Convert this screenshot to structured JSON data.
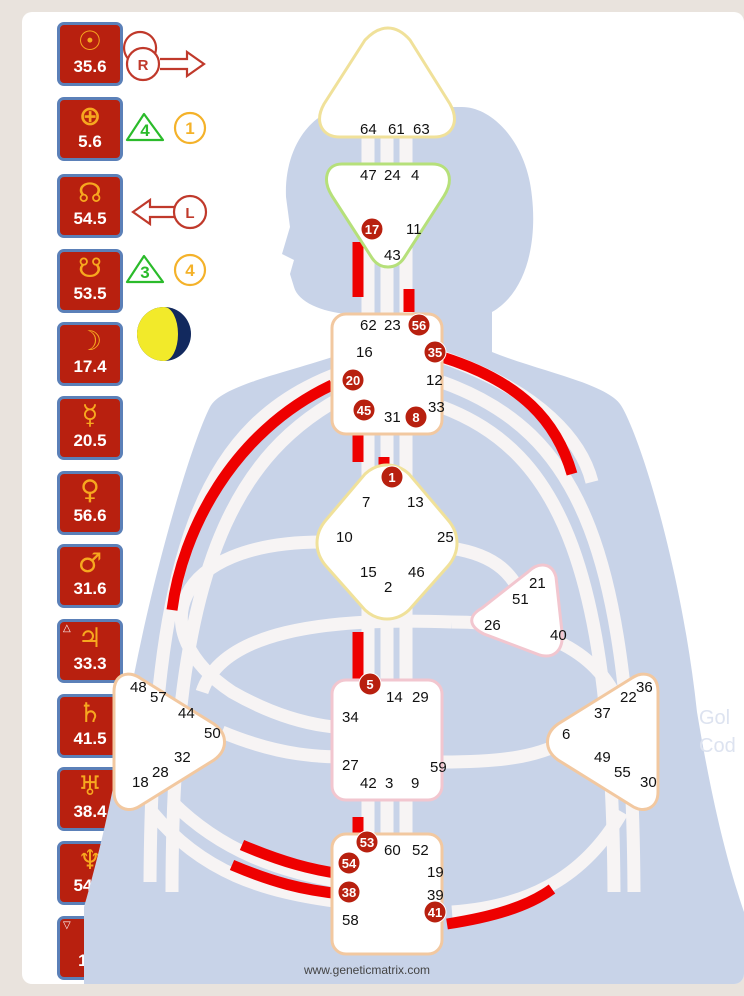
{
  "planets": [
    {
      "name": "sun-icon",
      "symbol": "☉",
      "value": "35.6"
    },
    {
      "name": "earth-icon",
      "symbol": "⊕",
      "value": "5.6"
    },
    {
      "name": "north-node-icon",
      "symbol": "☊",
      "value": "54.5"
    },
    {
      "name": "south-node-icon",
      "symbol": "☋",
      "value": "53.5"
    },
    {
      "name": "moon-icon",
      "symbol": "☽",
      "value": "17.4"
    },
    {
      "name": "mercury-icon",
      "symbol": "☿",
      "value": "20.5"
    },
    {
      "name": "venus-icon",
      "symbol": "♀",
      "value": "56.6"
    },
    {
      "name": "mars-icon",
      "symbol": "♂",
      "value": "31.6"
    },
    {
      "name": "jupiter-icon",
      "symbol": "♃",
      "value": "33.3",
      "mark": "△"
    },
    {
      "name": "saturn-icon",
      "symbol": "♄",
      "value": "41.5"
    },
    {
      "name": "uranus-icon",
      "symbol": "♅",
      "value": "38.4"
    },
    {
      "name": "neptune-icon",
      "symbol": "♆",
      "value": "54.2"
    },
    {
      "name": "pluto-icon",
      "symbol": "♇",
      "value": "1.6",
      "mark": "▽"
    }
  ],
  "variables": {
    "top": {
      "arrow_letter": "R",
      "triangle": "4",
      "circle": "1"
    },
    "bottom": {
      "arrow_letter": "L",
      "triangle": "3",
      "circle": "4"
    }
  },
  "centers": {
    "head": [
      "64",
      "61",
      "63"
    ],
    "ajna": [
      "47",
      "24",
      "4",
      "17",
      "11",
      "43"
    ],
    "throat": [
      "62",
      "23",
      "56",
      "16",
      "35",
      "20",
      "12",
      "45",
      "31",
      "8",
      "33"
    ],
    "g": [
      "1",
      "7",
      "13",
      "10",
      "25",
      "15",
      "2",
      "46"
    ],
    "heart": [
      "21",
      "51",
      "26",
      "40"
    ],
    "sacral": [
      "5",
      "14",
      "29",
      "34",
      "27",
      "42",
      "3",
      "9",
      "59"
    ],
    "spleen": [
      "48",
      "57",
      "44",
      "50",
      "32",
      "28",
      "18"
    ],
    "solar": [
      "36",
      "22",
      "37",
      "6",
      "49",
      "55",
      "30"
    ],
    "root": [
      "53",
      "60",
      "52",
      "54",
      "19",
      "38",
      "39",
      "58",
      "41"
    ]
  },
  "watermark": "www.geneticmatrix.com",
  "faint_text": [
    "Gol",
    "Cod"
  ],
  "colors": {
    "active": "#ee0000",
    "planet_box": "#b8200f",
    "silhouette": "#c8d3e8",
    "channel": "#f7f4f4"
  }
}
